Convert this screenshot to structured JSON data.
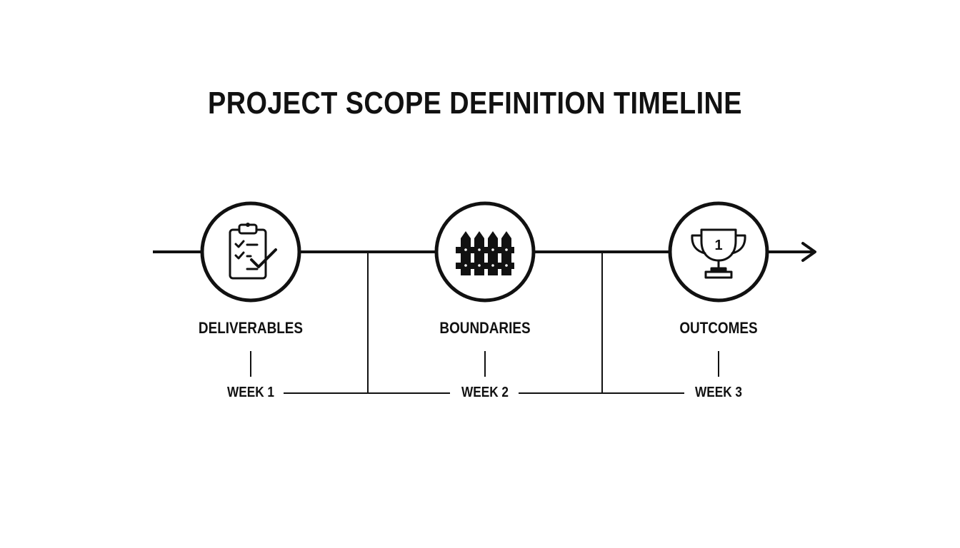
{
  "title": "PROJECT SCOPE DEFINITION TIMELINE",
  "stages": [
    {
      "label": "DELIVERABLES",
      "icon": "clipboard-checklist-icon",
      "week": "WEEK 1"
    },
    {
      "label": "BOUNDARIES",
      "icon": "fence-icon",
      "week": "WEEK 2"
    },
    {
      "label": "OUTCOMES",
      "icon": "trophy-icon",
      "trophy_rank": "1",
      "week": "WEEK 3"
    }
  ],
  "colors": {
    "line": "#111111",
    "background": "#ffffff"
  }
}
